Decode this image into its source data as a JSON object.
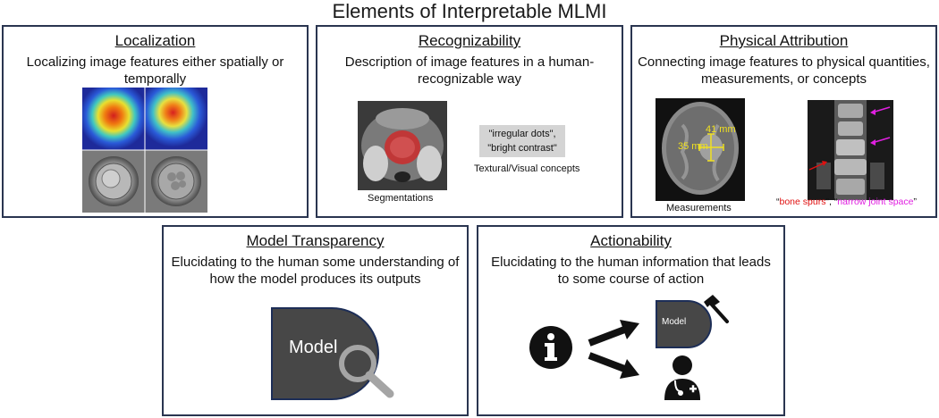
{
  "title": "Elements of Interpretable MLMI",
  "localization": {
    "title": "Localization",
    "desc": "Localizing image features either spatially or temporally"
  },
  "recognizability": {
    "title": "Recognizability",
    "desc": "Description of image features in a human-recognizable way",
    "seg_caption": "Segmentations",
    "concept_line1": "\"irregular dots\",",
    "concept_line2": "\"bright contrast\"",
    "concept_caption": "Textural/Visual concepts"
  },
  "physical": {
    "title": "Physical Attribution",
    "desc": "Connecting image features to physical quantities, measurements, or concepts",
    "meas1": "41 mm",
    "meas2": "35 mm",
    "meas_caption": "Measurements",
    "concept_a": "bone spurs",
    "concept_b": "narrow joint space",
    "color_a": "#e01010",
    "color_b": "#e020e0"
  },
  "transparency": {
    "title": "Model Transparency",
    "desc": "Elucidating to the human some understanding of how the model produces its outputs",
    "model_label": "Model"
  },
  "actionability": {
    "title": "Actionability",
    "desc": "Elucidating to the human information that leads to some course of action",
    "model_label": "Model"
  }
}
